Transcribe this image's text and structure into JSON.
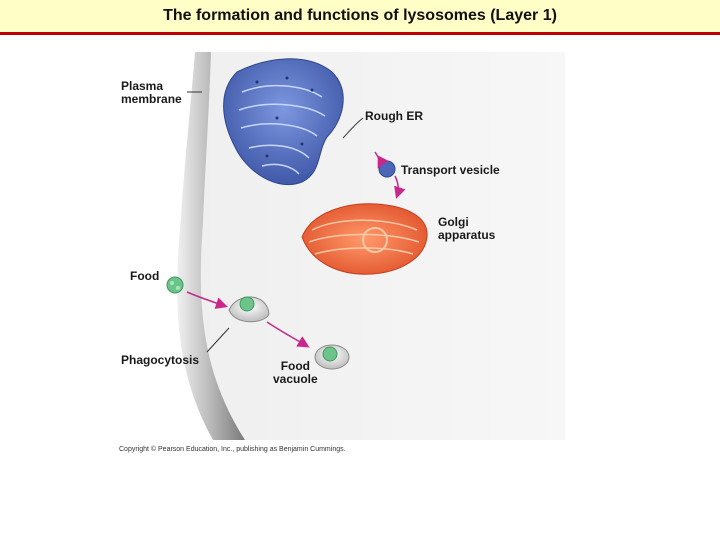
{
  "slide": {
    "title": "The formation and functions of lysosomes (Layer 1)"
  },
  "diagram": {
    "labels": {
      "plasma_membrane_line1": "Plasma",
      "plasma_membrane_line2": "membrane",
      "rough_er": "Rough ER",
      "transport_vesicle": "Transport vesicle",
      "golgi_line1": "Golgi",
      "golgi_line2": "apparatus",
      "food": "Food",
      "phagocytosis": "Phagocytosis",
      "food_vacuole_line1": "Food",
      "food_vacuole_line2": "vacuole"
    },
    "copyright": "Copyright © Pearson Education, Inc., publishing as Benjamin Cummings.",
    "colors": {
      "title_background": "#fefec6",
      "title_rule": "#c00000",
      "rough_er": "#5a78c8",
      "golgi": "#f06a3a",
      "food": "#6cc48a",
      "arrows": "#c8288c",
      "membrane": "#a8a8a8"
    }
  }
}
